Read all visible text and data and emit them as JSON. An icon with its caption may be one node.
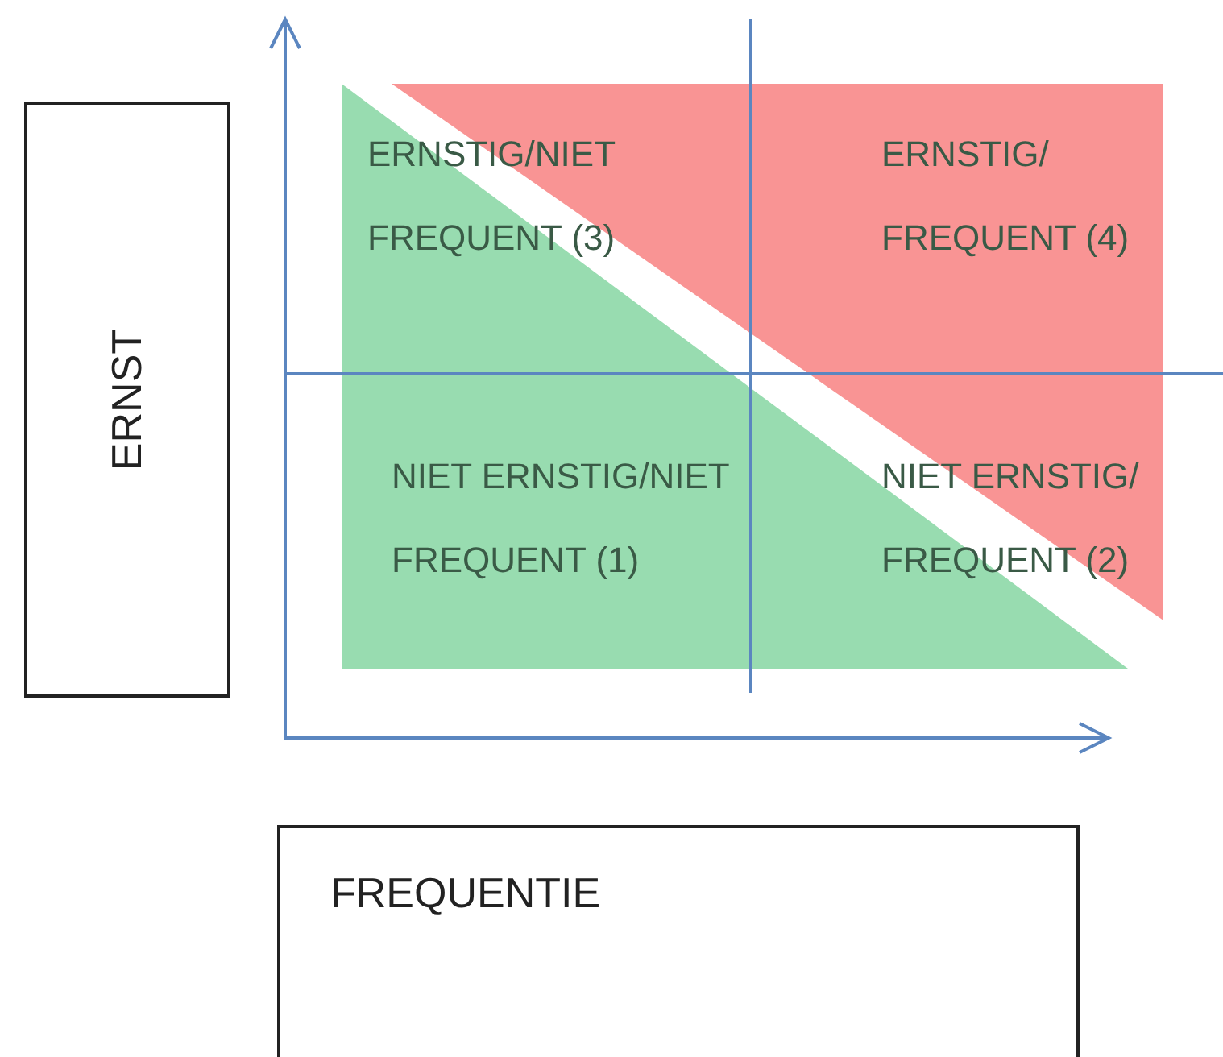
{
  "diagram": {
    "nodes": [
      {
        "text": [
          "ERNST"
        ]
      },
      {
        "text": [
          "FREQUENTIE"
        ]
      }
    ],
    "edges": [],
    "labels": [
      "ERNSTIG/NIET FREQUENT (3)",
      "ERNSTIG/ FREQUENT (4)",
      "NIET ERNSTIG/NIET FREQUENT (1)",
      "NIET ERNSTIG/ FREQUENT (2)"
    ]
  }
}
